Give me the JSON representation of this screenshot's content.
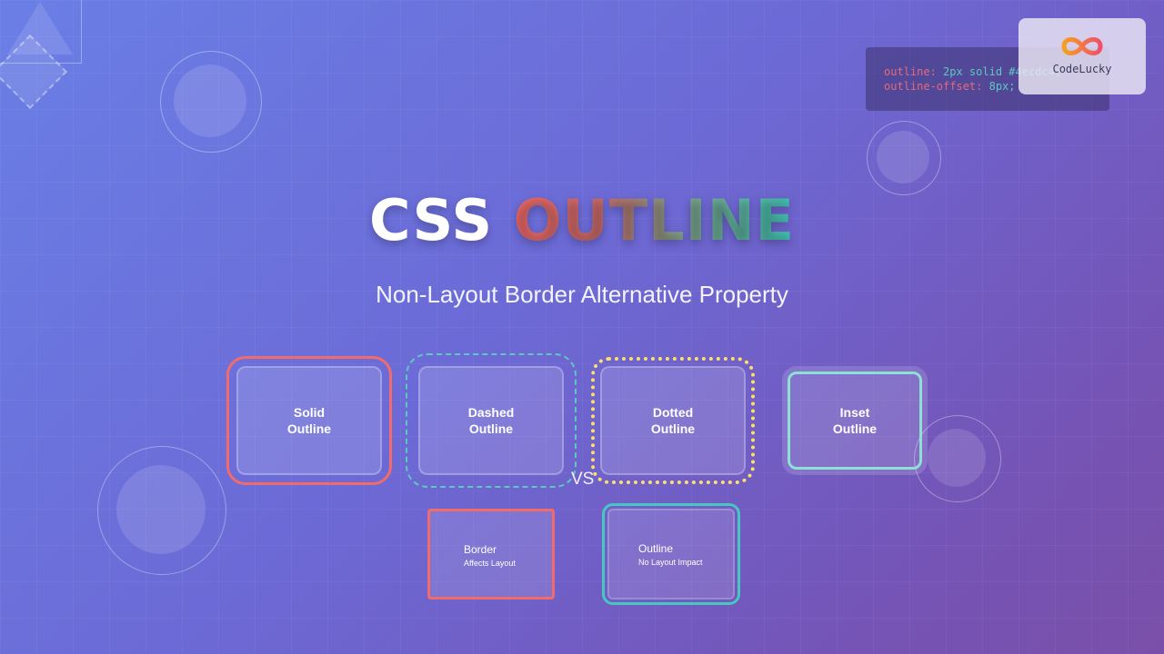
{
  "code_snippet": {
    "line1_prop": "outline:",
    "line1_val": " 2px solid #4ecdc4;",
    "line2_prop": "outline-offset:",
    "line2_val": " 8px;"
  },
  "logo": {
    "icon": "infinity-icon",
    "text": "CodeLucky"
  },
  "title": {
    "word1": "CSS",
    "word2": "OUTLINE"
  },
  "subtitle": "Non-Layout Border Alternative Property",
  "demos": [
    {
      "line1": "Solid",
      "line2": "Outline",
      "outline_color": "#f26b6b"
    },
    {
      "line1": "Dashed",
      "line2": "Outline",
      "outline_color": "#5cc9c0"
    },
    {
      "line1": "Dotted",
      "line2": "Outline",
      "outline_color": "#ffe066"
    },
    {
      "line1": "Inset",
      "line2": "Outline",
      "outline_color": "#8ee0d4"
    }
  ],
  "vs": "VS",
  "comparison": {
    "border": {
      "title": "Border",
      "subtitle": "Affects Layout",
      "color": "#f26b6b"
    },
    "outline": {
      "title": "Outline",
      "subtitle": "No Layout Impact",
      "color": "#45c8c0"
    }
  },
  "colors": {
    "background_start": "#6a7fe6",
    "background_end": "#7a4fa8"
  }
}
